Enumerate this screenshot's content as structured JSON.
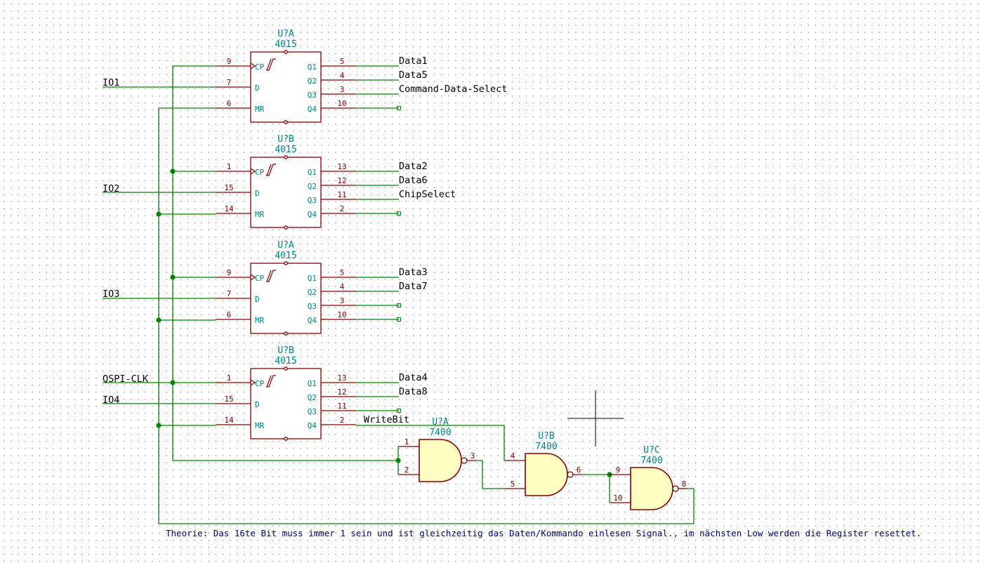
{
  "registers": [
    {
      "ref": "U?A",
      "value": "4015",
      "cp_pin": "9",
      "d_pin": "7",
      "mr_pin": "6",
      "cp_name": "CP",
      "d_name": "D",
      "mr_name": "MR",
      "outputs": [
        {
          "name": "Q1",
          "pin": "5",
          "net": "Data1"
        },
        {
          "name": "Q2",
          "pin": "4",
          "net": "Data5"
        },
        {
          "name": "Q3",
          "pin": "3",
          "net": "Command-Data-Select"
        },
        {
          "name": "Q4",
          "pin": "10",
          "net": ""
        }
      ]
    },
    {
      "ref": "U?B",
      "value": "4015",
      "cp_pin": "1",
      "d_pin": "15",
      "mr_pin": "14",
      "cp_name": "CP",
      "d_name": "D",
      "mr_name": "MR",
      "outputs": [
        {
          "name": "Q1",
          "pin": "13",
          "net": "Data2"
        },
        {
          "name": "Q2",
          "pin": "12",
          "net": "Data6"
        },
        {
          "name": "Q3",
          "pin": "11",
          "net": "ChipSelect"
        },
        {
          "name": "Q4",
          "pin": "2",
          "net": ""
        }
      ]
    },
    {
      "ref": "U?A",
      "value": "4015",
      "cp_pin": "9",
      "d_pin": "7",
      "mr_pin": "6",
      "cp_name": "CP",
      "d_name": "D",
      "mr_name": "MR",
      "outputs": [
        {
          "name": "Q1",
          "pin": "5",
          "net": "Data3"
        },
        {
          "name": "Q2",
          "pin": "4",
          "net": "Data7"
        },
        {
          "name": "Q3",
          "pin": "3",
          "net": ""
        },
        {
          "name": "Q4",
          "pin": "10",
          "net": ""
        }
      ]
    },
    {
      "ref": "U?B",
      "value": "4015",
      "cp_pin": "1",
      "d_pin": "15",
      "mr_pin": "14",
      "cp_name": "CP",
      "d_name": "D",
      "mr_name": "MR",
      "outputs": [
        {
          "name": "Q1",
          "pin": "13",
          "net": "Data4"
        },
        {
          "name": "Q2",
          "pin": "12",
          "net": "Data8"
        },
        {
          "name": "Q3",
          "pin": "11",
          "net": ""
        },
        {
          "name": "Q4",
          "pin": "2",
          "net": "WriteBit"
        }
      ]
    }
  ],
  "input_nets": [
    "IO1",
    "IO2",
    "IO3",
    "IO4",
    "QSPI-CLK"
  ],
  "gates": [
    {
      "ref": "U?A",
      "value": "7400",
      "in1": "1",
      "in2": "2",
      "out": "3"
    },
    {
      "ref": "U?B",
      "value": "7400",
      "in1": "4",
      "in2": "5",
      "out": "6"
    },
    {
      "ref": "U?C",
      "value": "7400",
      "in1": "9",
      "in2": "10",
      "out": "8"
    }
  ],
  "note": "Theorie: Das 16te Bit muss immer 1 sein und ist gleichzeitig das Daten/Kommando einlesen Signal., im nächsten Low werden die Register resettet.",
  "colors": {
    "wire": "#008400",
    "component": "#840000",
    "pin_name": "#008484",
    "gate_fill": "#ffffc2",
    "note": "#000084",
    "net_label": "#000000"
  }
}
